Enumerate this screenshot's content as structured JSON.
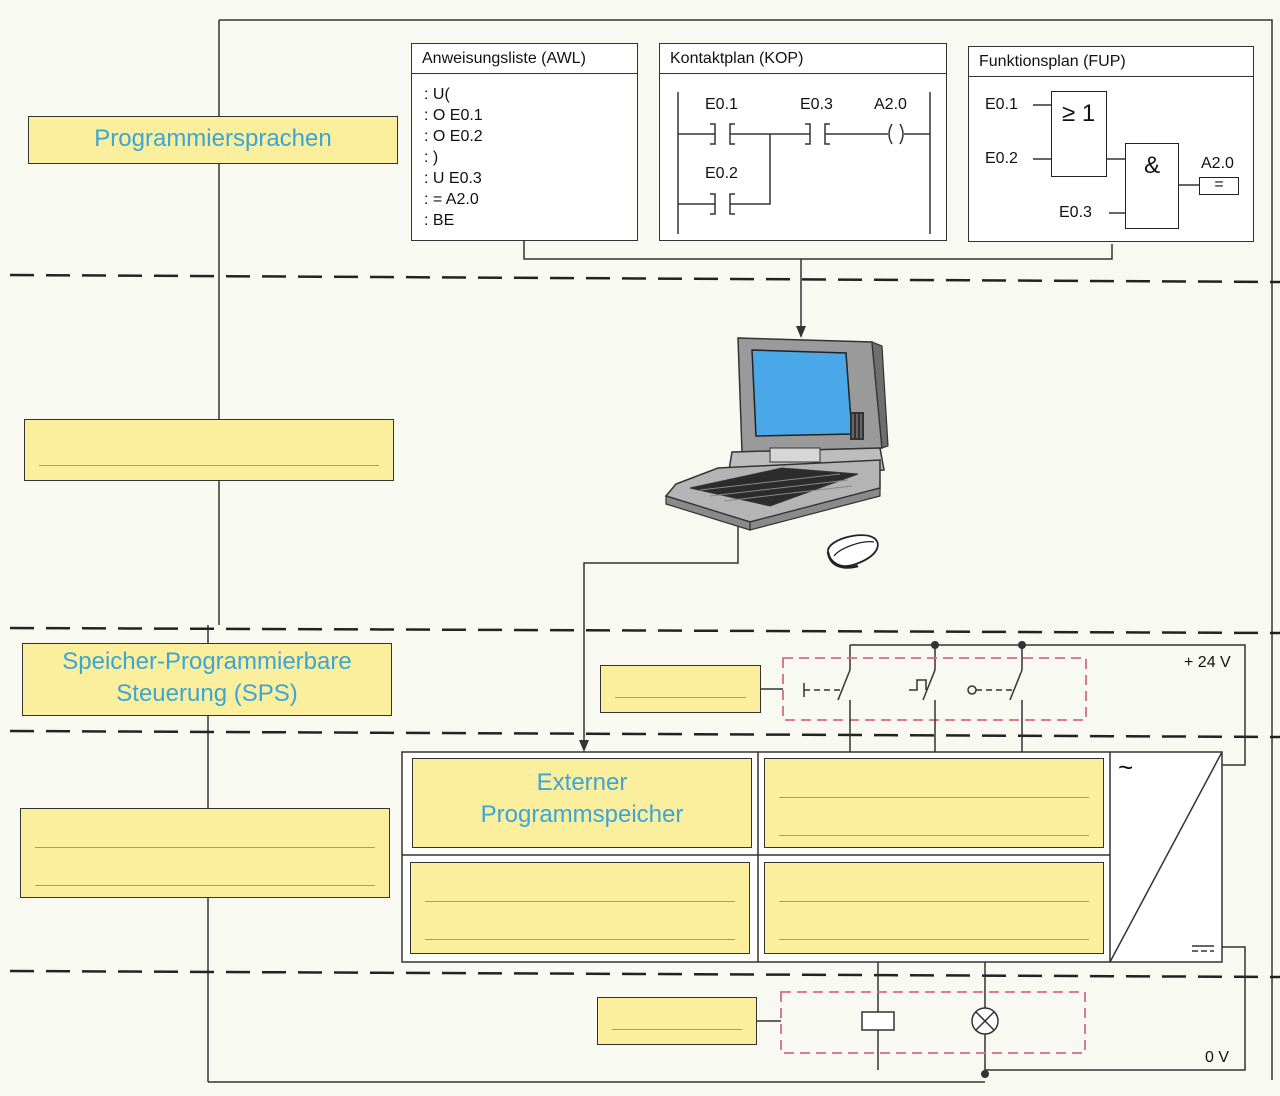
{
  "labels": {
    "programmiersprachen": "Programmiersprachen",
    "sps_line1": "Speicher-Programmierbare",
    "sps_line2": "Steuerung (SPS)",
    "ext_line1": "Externer",
    "ext_line2": "Programmspeicher"
  },
  "awl": {
    "title": "Anweisungsliste (AWL)",
    "lines": [
      ": U(",
      ": O E0.1",
      ": O E0.2",
      ": )",
      ": U E0.3",
      ": = A2.0",
      ": BE"
    ]
  },
  "kop": {
    "title": "Kontaktplan (KOP)",
    "e01": "E0.1",
    "e03": "E0.3",
    "a20": "A2.0",
    "e02": "E0.2"
  },
  "fup": {
    "title": "Funktionsplan (FUP)",
    "e01": "E0.1",
    "e02": "E0.2",
    "e03": "E0.3",
    "or_gate": "≥ 1",
    "and_gate": "&",
    "a20": "A2.0",
    "assign": "="
  },
  "power": {
    "plus24": "+ 24 V",
    "zero": "0 V",
    "ac": "~"
  },
  "colors": {
    "label_blue": "#3ba6d6",
    "answer_yellow": "#fbee9c",
    "rule_red": "#e47a7a",
    "dashed_pink": "#d46a8a"
  }
}
